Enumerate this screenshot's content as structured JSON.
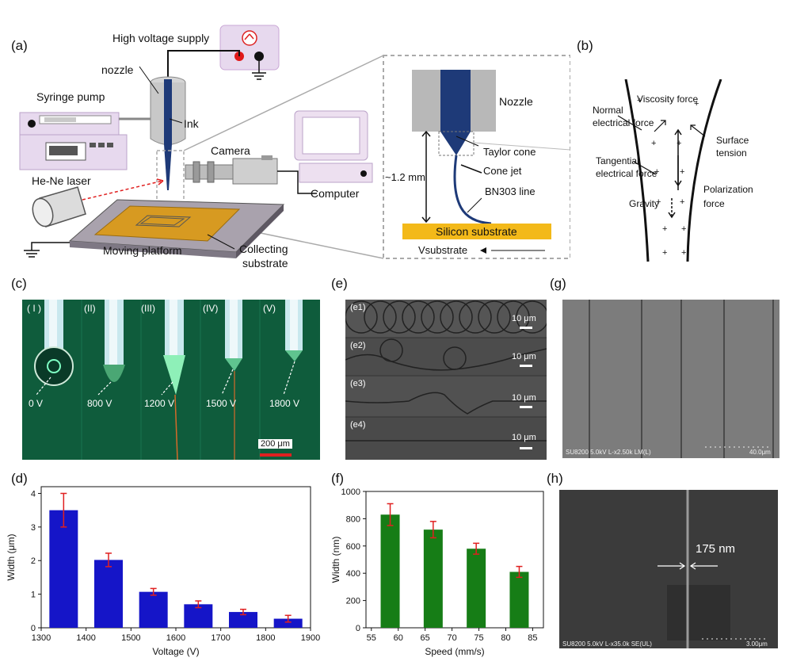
{
  "panel_labels": {
    "a": "(a)",
    "b": "(b)",
    "c": "(c)",
    "d": "(d)",
    "e": "(e)",
    "f": "(f)",
    "g": "(g)",
    "h": "(h)"
  },
  "setup": {
    "high_voltage_supply": "High voltage supply",
    "nozzle": "nozzle",
    "syringe_pump": "Syringe pump",
    "ink": "Ink",
    "camera": "Camera",
    "he_ne_laser": "He-Ne laser",
    "computer": "Computer",
    "moving_platform": "Moving platform",
    "collecting_substrate_1": "Collecting",
    "collecting_substrate_2": "substrate"
  },
  "zoom": {
    "nozzle": "Nozzle",
    "taylor_cone": "Taylor cone",
    "cone_jet": "Cone jet",
    "bn303_line": "BN303 line",
    "distance": "~1.2 mm",
    "silicon_substrate": "Silicon substrate",
    "vsubstrate": "Vsubstrate"
  },
  "forces": {
    "viscosity": "Viscosity force",
    "normal_1": "Normal",
    "normal_2": "electrical force",
    "surface_1": "Surface",
    "surface_2": "tension",
    "tangential_1": "Tangential",
    "tangential_2": "electrical force",
    "polarization_1": "Polarization",
    "polarization_2": "force",
    "gravity": "Gravity"
  },
  "jet_modes": {
    "roman": [
      "( I )",
      "(II)",
      "(III)",
      "(IV)",
      "(V)"
    ],
    "voltages": [
      "0 V",
      "800 V",
      "1200 V",
      "1500 V",
      "1800 V"
    ],
    "scale_bar": "200 μm"
  },
  "sem_e": {
    "labels": [
      "(e1)",
      "(e2)",
      "(e3)",
      "(e4)"
    ],
    "scale": "10 μm"
  },
  "sem_g": {
    "caption": "SU8200 5.0kV L-x2.50k LM(L)",
    "scale": "40.0μm"
  },
  "sem_h": {
    "caption": "SU8200 5.0kV L-x35.0k SE(UL)",
    "scale": "3.00μm",
    "width_label": "175 nm"
  },
  "chart_data": [
    {
      "type": "bar",
      "x": [
        1350,
        1450,
        1550,
        1650,
        1750,
        1850
      ],
      "values": [
        3.5,
        2.02,
        1.07,
        0.7,
        0.47,
        0.27
      ],
      "errors": [
        0.5,
        0.2,
        0.1,
        0.1,
        0.08,
        0.1
      ],
      "xlabel": "Voltage (V)",
      "ylabel": "Width (μm)",
      "xlim": [
        1300,
        1900
      ],
      "ylim": [
        0,
        4.2
      ],
      "xticks": [
        "1300",
        "1400",
        "1500",
        "1600",
        "1700",
        "1800",
        "1900"
      ],
      "yticks": [
        "0",
        "1",
        "2",
        "3",
        "4"
      ],
      "bar_color": "#1515c8",
      "error_color": "#e02020"
    },
    {
      "type": "bar",
      "x": [
        58.5,
        66.5,
        74.5,
        82.5
      ],
      "values": [
        830,
        720,
        580,
        410
      ],
      "errors": [
        80,
        60,
        40,
        40
      ],
      "xlabel": "Speed (mm/s)",
      "ylabel": "Width (nm)",
      "xlim": [
        54,
        87
      ],
      "ylim": [
        0,
        1000
      ],
      "xticks": [
        "55",
        "60",
        "65",
        "70",
        "75",
        "80",
        "85"
      ],
      "yticks": [
        "0",
        "200",
        "400",
        "600",
        "800",
        "1000"
      ],
      "bar_color": "#167d16",
      "error_color": "#e02020"
    }
  ]
}
